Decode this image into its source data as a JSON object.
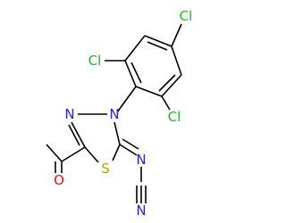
{
  "atoms": {
    "cl_top": "Cl",
    "cl_left": "Cl",
    "cl_right": "Cl",
    "n_ring_left": "N",
    "n_ring_right": "N",
    "oxygen": "O",
    "sulfur": "S",
    "n_exo": "N",
    "n_nitrile": "N"
  },
  "colors": {
    "bond": "#000000",
    "chlorine": "#1fbb1f",
    "nitrogen": "#2222ee",
    "oxygen": "#ee1111",
    "sulfur": "#b8a000"
  }
}
